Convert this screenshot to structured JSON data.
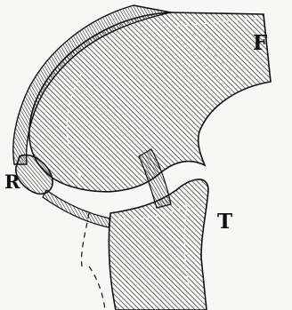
{
  "labels": {
    "femur": "F",
    "patella": "R",
    "tibia": "T"
  },
  "colors": {
    "ink": "#111111",
    "paper": "#f7f7f5"
  }
}
